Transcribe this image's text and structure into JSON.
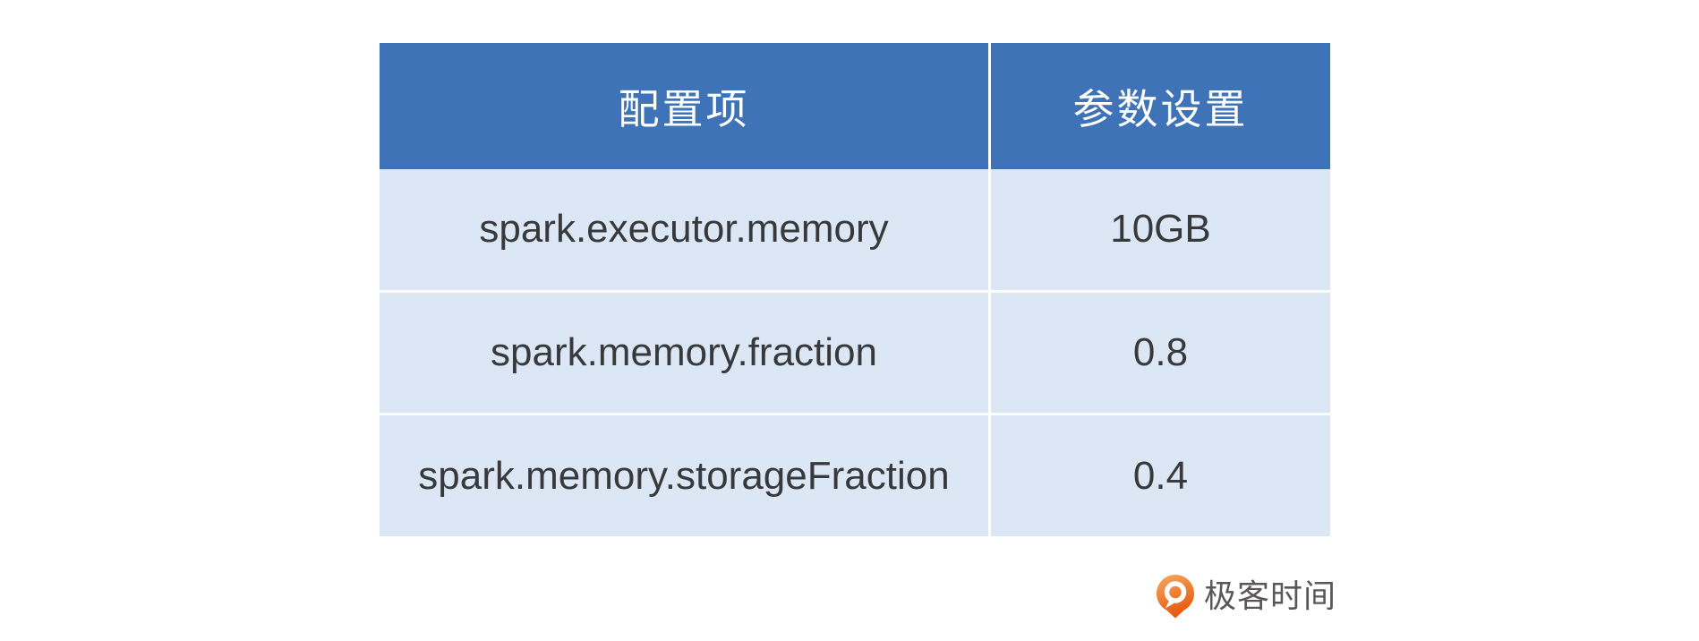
{
  "chart_data": {
    "type": "table",
    "columns": [
      "配置项",
      "参数设置"
    ],
    "rows": [
      [
        "spark.executor.memory",
        "10GB"
      ],
      [
        "spark.memory.fraction",
        "0.8"
      ],
      [
        "spark.memory.storageFraction",
        "0.4"
      ]
    ],
    "legend_position": "none",
    "grid": false
  },
  "branding": {
    "logo_text": "极客时间",
    "logo_icon": "geektime-logo-icon"
  },
  "colors": {
    "page-bg": "#FFFFFF",
    "header-bg": "#3E73B8",
    "header-text": "#FFFFFF",
    "row-bg": "#DCE7F5",
    "row-text": "#38393B",
    "divider": "#FBFDFF",
    "logo-text": "#595757",
    "logo-orange-light": "#F6A963",
    "logo-orange-dark": "#E8590C"
  }
}
